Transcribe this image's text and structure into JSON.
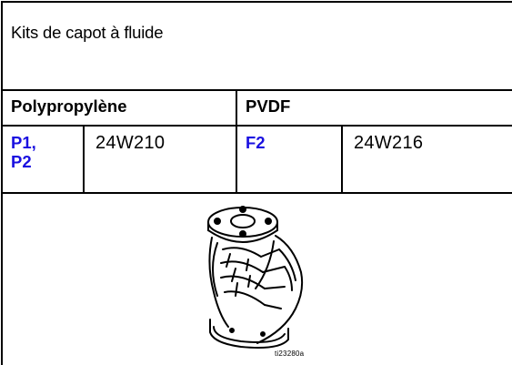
{
  "table": {
    "title": "Kits de capot à fluide",
    "headers": [
      "Polypropylène",
      "PVDF"
    ],
    "rows": [
      {
        "ref_1": "P1,",
        "ref_2": "P2",
        "part": "24W210",
        "pvdf_ref": "F2",
        "pvdf_part": "24W216"
      }
    ],
    "figure_label": "ti23280a"
  },
  "colors": {
    "reference_blue": "#1a10e0",
    "border": "#000000"
  },
  "icons": {
    "figure": "fluid-cover-drawing-icon"
  }
}
